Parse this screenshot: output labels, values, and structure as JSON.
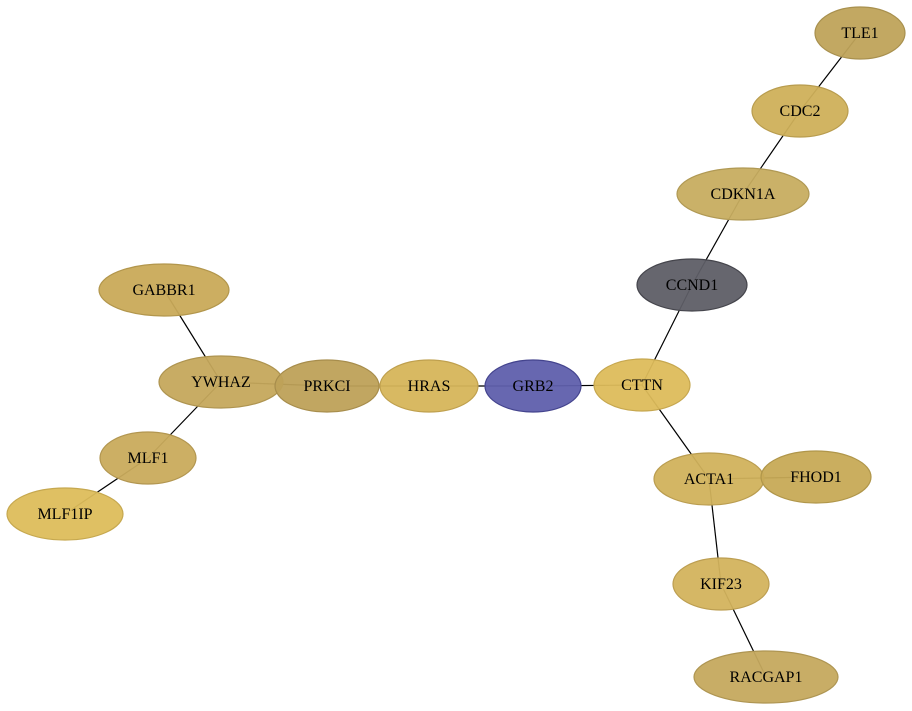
{
  "graph": {
    "nodes": [
      {
        "id": "TLE1",
        "label": "TLE1",
        "fill": "#BFA35A",
        "stroke": "#A8904E"
      },
      {
        "id": "CDC2",
        "label": "CDC2",
        "fill": "#CFB05A",
        "stroke": "#B89C4E"
      },
      {
        "id": "CDKN1A",
        "label": "CDKN1A",
        "fill": "#C7AD60",
        "stroke": "#B09954"
      },
      {
        "id": "CCND1",
        "label": "CCND1",
        "fill": "#5E5E66",
        "stroke": "#45454C"
      },
      {
        "id": "GABBR1",
        "label": "GABBR1",
        "fill": "#C9AA58",
        "stroke": "#B2964C"
      },
      {
        "id": "YWHAZ",
        "label": "YWHAZ",
        "fill": "#C5A85C",
        "stroke": "#AE9450"
      },
      {
        "id": "PRKCI",
        "label": "PRKCI",
        "fill": "#BEA158",
        "stroke": "#A78D4C"
      },
      {
        "id": "HRAS",
        "label": "HRAS",
        "fill": "#D6B55A",
        "stroke": "#BFA04E"
      },
      {
        "id": "GRB2",
        "label": "GRB2",
        "fill": "#5F5FAC",
        "stroke": "#44448E"
      },
      {
        "id": "CTTN",
        "label": "CTTN",
        "fill": "#DDBC5B",
        "stroke": "#C6A74F"
      },
      {
        "id": "MLF1",
        "label": "MLF1",
        "fill": "#C9AB5C",
        "stroke": "#B29650"
      },
      {
        "id": "MLF1IP",
        "label": "MLF1IP",
        "fill": "#DDBD5B",
        "stroke": "#C6A84F"
      },
      {
        "id": "ACTA1",
        "label": "ACTA1",
        "fill": "#D1B25C",
        "stroke": "#BA9D50"
      },
      {
        "id": "FHOD1",
        "label": "FHOD1",
        "fill": "#C7AA56",
        "stroke": "#B0964A"
      },
      {
        "id": "KIF23",
        "label": "KIF23",
        "fill": "#D3B35D",
        "stroke": "#BC9E51"
      },
      {
        "id": "RACGAP1",
        "label": "RACGAP1",
        "fill": "#C5A95E",
        "stroke": "#AE9552"
      }
    ],
    "edges": [
      {
        "source": "TLE1",
        "target": "CDC2"
      },
      {
        "source": "CDC2",
        "target": "CDKN1A"
      },
      {
        "source": "CDKN1A",
        "target": "CCND1"
      },
      {
        "source": "CCND1",
        "target": "CTTN"
      },
      {
        "source": "GABBR1",
        "target": "YWHAZ"
      },
      {
        "source": "YWHAZ",
        "target": "PRKCI"
      },
      {
        "source": "YWHAZ",
        "target": "MLF1"
      },
      {
        "source": "MLF1",
        "target": "MLF1IP"
      },
      {
        "source": "PRKCI",
        "target": "HRAS"
      },
      {
        "source": "HRAS",
        "target": "GRB2"
      },
      {
        "source": "GRB2",
        "target": "CTTN"
      },
      {
        "source": "CTTN",
        "target": "ACTA1"
      },
      {
        "source": "ACTA1",
        "target": "FHOD1"
      },
      {
        "source": "ACTA1",
        "target": "KIF23"
      },
      {
        "source": "KIF23",
        "target": "RACGAP1"
      }
    ]
  }
}
